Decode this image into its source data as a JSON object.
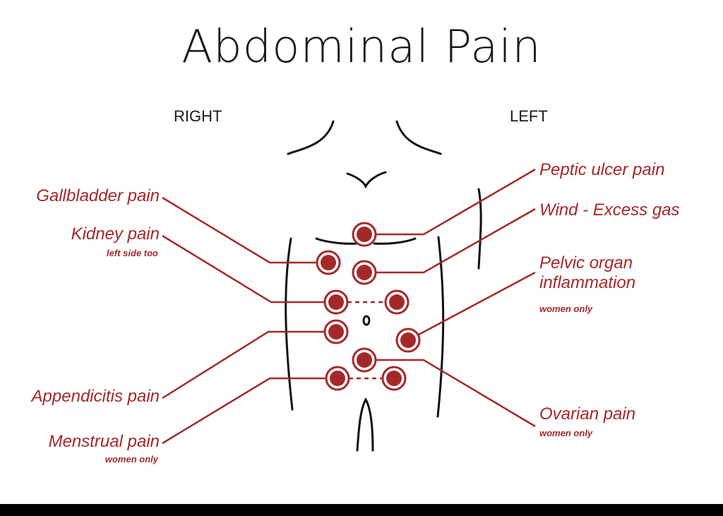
{
  "title": "Abdominal Pain",
  "sides": {
    "right": "RIGHT",
    "left": "LEFT"
  },
  "labels": {
    "gallbladder": "Gallbladder pain",
    "kidney": "Kidney pain",
    "kidney_note": "left side too",
    "appendicitis": "Appendicitis pain",
    "menstrual": "Menstrual pain",
    "menstrual_note": "women only",
    "peptic": "Peptic ulcer pain",
    "wind": "Wind - Excess gas",
    "pelvic_line1": "Pelvic organ",
    "pelvic_line2": "inflammation",
    "pelvic_note": "women only",
    "ovarian": "Ovarian pain",
    "ovarian_note": "women only"
  },
  "colors": {
    "accent": "#a4282a",
    "outline": "#111111"
  }
}
